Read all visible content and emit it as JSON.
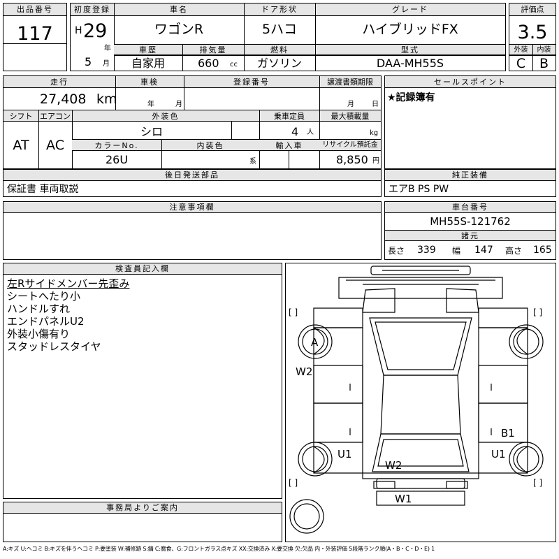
{
  "header": {
    "lot_no_label": "出品番号",
    "lot_no": "117",
    "reg_label": "初度登録",
    "reg_era": "H",
    "reg_year": "29",
    "year_unit": "年",
    "reg_month": "5",
    "month_unit": "月",
    "name_label": "車名",
    "name": "ワゴンR",
    "door_label": "ドア形状",
    "door": "5ハコ",
    "grade_label": "グレード",
    "grade": "ハイブリッドFX",
    "score_label": "評価点",
    "score": "3.5",
    "ext_label": "外装",
    "ext": "C",
    "int_label": "内装",
    "int": "B",
    "history_label": "車歴",
    "history": "自家用",
    "displacement_label": "排気量",
    "displacement": "660",
    "cc_unit": "cc",
    "fuel_label": "燃料",
    "fuel": "ガソリン",
    "model_label": "型式",
    "model": "DAA-MH55S"
  },
  "info": {
    "mileage_label": "走行",
    "mileage": "27,408",
    "km_unit": "km",
    "inspection_label": "車検",
    "insp_year_unit": "年",
    "insp_month_unit": "月",
    "plate_label": "登録番号",
    "transfer_label": "譲渡書類期限",
    "transfer_month_unit": "月",
    "transfer_day_unit": "日",
    "shift_label": "シフト",
    "shift": "AT",
    "ac_label": "エアコン",
    "ac": "AC",
    "ext_color_label": "外装色",
    "ext_color": "シロ",
    "seats_label": "乗車定員",
    "seats": "4",
    "seats_unit": "人",
    "max_load_label": "最大積載量",
    "max_load_unit": "kg",
    "color_no_label": "カラーNo.",
    "color_no": "26U",
    "int_color_label": "内装色",
    "int_color_unit": "系",
    "import_label": "輸入車",
    "recycle_label": "リサイクル預託金",
    "recycle": "8,850",
    "recycle_unit": "円"
  },
  "selling_points": {
    "label": "セールスポイント",
    "text": "★記録簿有"
  },
  "later_parts": {
    "label": "後日発送部品",
    "text": "保証書 車両取説"
  },
  "equipment": {
    "label": "純正装備",
    "text": "エアB PS PW"
  },
  "caution": {
    "label": "注意事項欄"
  },
  "chassis": {
    "label": "車台番号",
    "number": "MH55S-121762"
  },
  "specs": {
    "label": "諸元",
    "length_label": "長さ",
    "length": "339",
    "width_label": "幅",
    "width": "147",
    "height_label": "高さ",
    "height": "165"
  },
  "inspector": {
    "label": "検査員記入欄",
    "lines": [
      "左Rサイドメンバー先歪み",
      "シートへたり小",
      "ハンドルすれ",
      "エンドパネルU2",
      "外装小傷有り",
      "スタッドレスタイヤ"
    ]
  },
  "office": {
    "label": "事務局よりご案内"
  },
  "diagram": {
    "bracket_left_top": "[ ]",
    "bracket_right_top": "[ ]",
    "bracket_left_bottom": "[ ]",
    "bracket_right_bottom": "[ ]",
    "tire_fl": "A",
    "tire_fr": "",
    "tire_rl": "",
    "tire_rr": "",
    "spare": "",
    "mark_w2_left": "W2",
    "mark_b1_right": "B1",
    "mark_u1_left": "U1",
    "mark_u1_right": "U1",
    "mark_w2_rear": "W2",
    "mark_w1_bumper": "W1"
  },
  "legend": "A:キズ U:ヘコミ B:キズを伴うヘコミ P:要塗装 W:補修跡 S:錆 C:腐食、G:フロントガラス点キズ XX:交換済み X:要交換 欠:欠品 内・外装評価 5段階ランク順(A・B・C・D・E) 1"
}
